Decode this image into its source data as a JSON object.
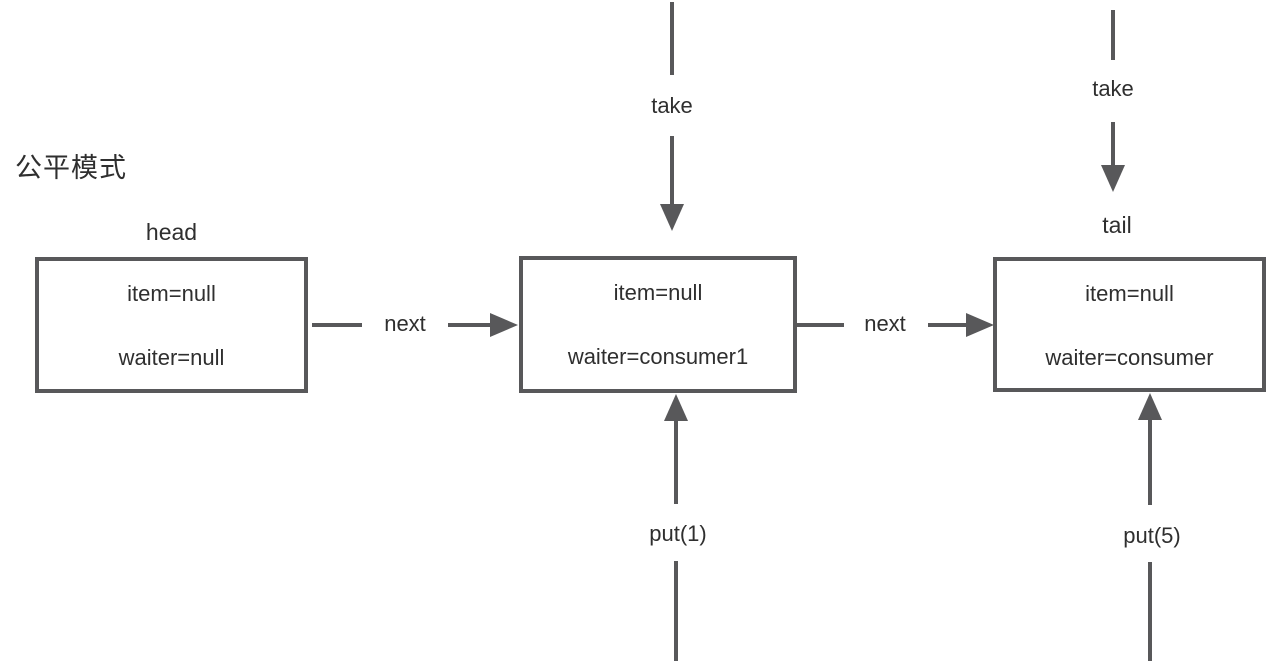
{
  "diagram": {
    "title": "公平模式",
    "nodes": [
      {
        "pointer_label": "head",
        "fields": [
          "item=null",
          "waiter=null"
        ]
      },
      {
        "pointer_label": "",
        "fields": [
          "item=null",
          "waiter=consumer1"
        ]
      },
      {
        "pointer_label": "tail",
        "fields": [
          "item=null",
          "waiter=consumer"
        ]
      }
    ],
    "edge_labels": {
      "next_1": "next",
      "next_2": "next",
      "take_1": "take",
      "take_2": "take",
      "put_1": "put(1)",
      "put_2": "put(5)"
    }
  },
  "colors": {
    "line": "#58585a",
    "text": "#2f2f2f",
    "background": "#ffffff"
  }
}
